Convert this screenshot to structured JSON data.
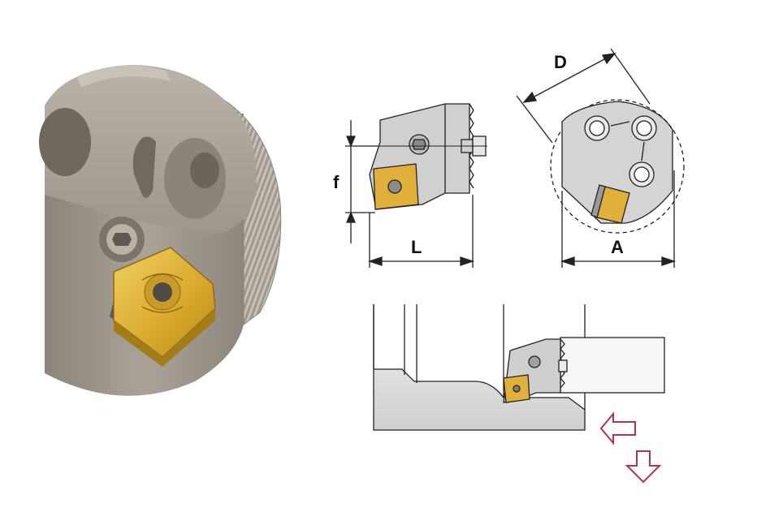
{
  "labels": {
    "f": "f",
    "L": "L",
    "D": "D",
    "A": "A"
  },
  "colors": {
    "body_gray": "#a19a90",
    "body_light": "#bdb7ae",
    "body_dark": "#7d776e",
    "insert_gold": "#e2b63a",
    "insert_gold_dark": "#a57d15",
    "line": "#222222",
    "diagram_fill": "#d6d6d6",
    "arrow_red": "#b0344a"
  },
  "icons": {
    "feed_left": "feed-direction-left-arrow-icon",
    "feed_down": "feed-direction-down-arrow-icon"
  }
}
